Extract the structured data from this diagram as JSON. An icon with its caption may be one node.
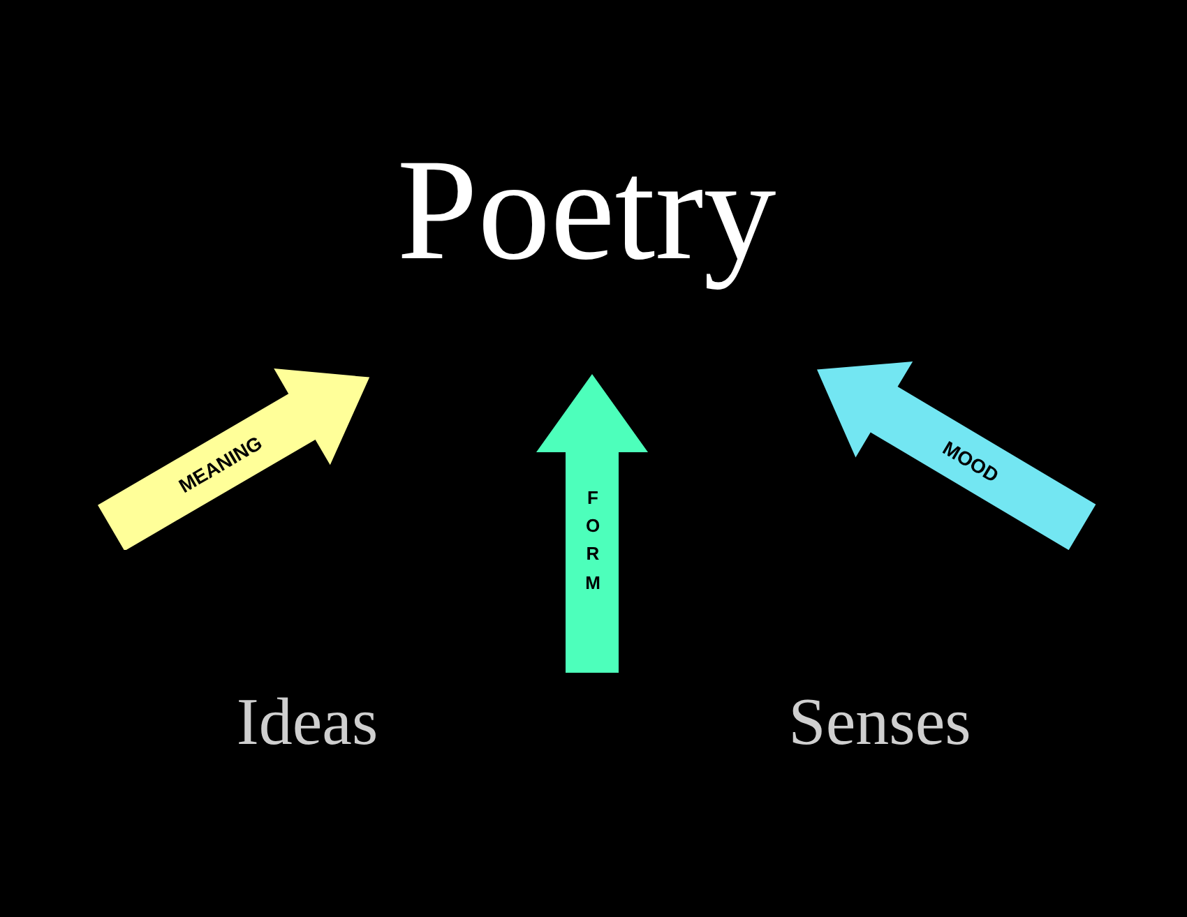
{
  "diagram": {
    "nodes": [
      {
        "text": [
          "Poetry"
        ]
      },
      {
        "text": [
          "MEANING"
        ]
      },
      {
        "text": [
          "FORM"
        ]
      },
      {
        "text": [
          "MOOD"
        ]
      },
      {
        "text": [
          "Ideas"
        ]
      },
      {
        "text": [
          "Senses"
        ]
      }
    ]
  }
}
